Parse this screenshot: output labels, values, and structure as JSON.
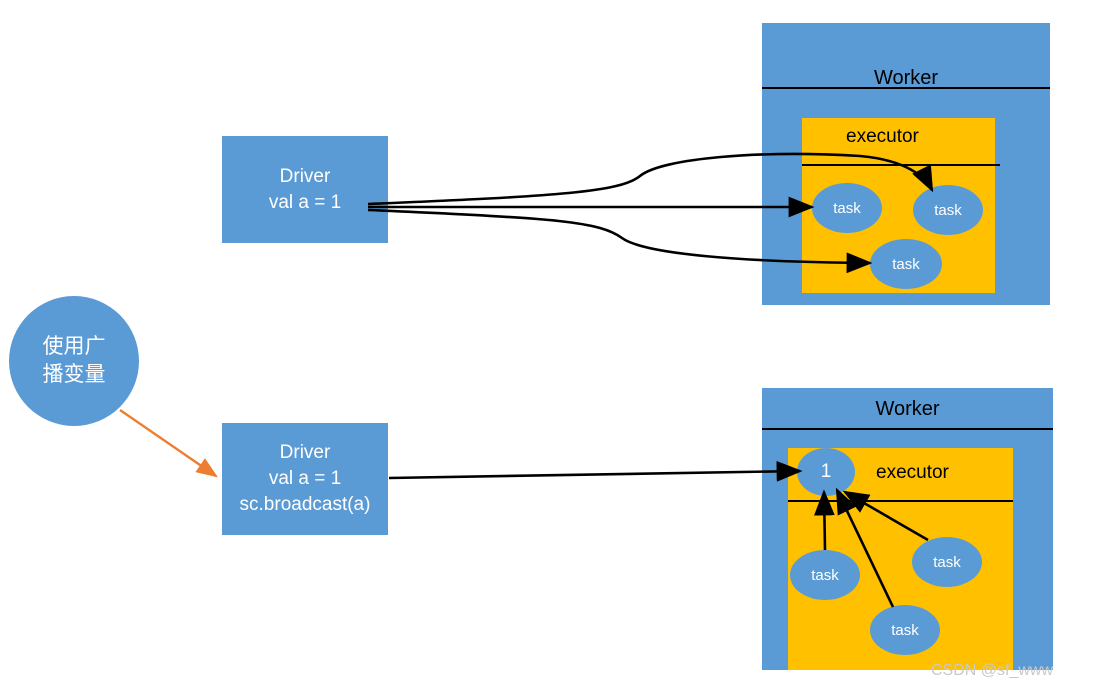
{
  "diagram": {
    "title_watermark": "CSDN @sf_www",
    "colors": {
      "blue": "#5B9BD5",
      "amber": "#FFC000",
      "arrow_black": "#000000",
      "arrow_orange": "#ED7D31",
      "text_light": "#FFFFFF",
      "text_dark": "#000000",
      "background": "#FFFFFF"
    },
    "note_circle": {
      "line1": "使用广",
      "line2": "播变量"
    },
    "drivers": [
      {
        "id": "driver-top",
        "lines": [
          "Driver",
          "val a = 1"
        ]
      },
      {
        "id": "driver-bottom",
        "lines": [
          "Driver",
          "val a = 1",
          "sc.broadcast(a)"
        ]
      }
    ],
    "workers": [
      {
        "id": "worker-top",
        "title": "Worker",
        "executor_label": "executor",
        "tasks": [
          {
            "label": "task"
          },
          {
            "label": "task"
          },
          {
            "label": "task"
          }
        ]
      },
      {
        "id": "worker-bottom",
        "title": "Worker",
        "executor_label": "executor",
        "broadcast_value": "1",
        "tasks": [
          {
            "label": "task"
          },
          {
            "label": "task"
          },
          {
            "label": "task"
          }
        ]
      }
    ]
  }
}
